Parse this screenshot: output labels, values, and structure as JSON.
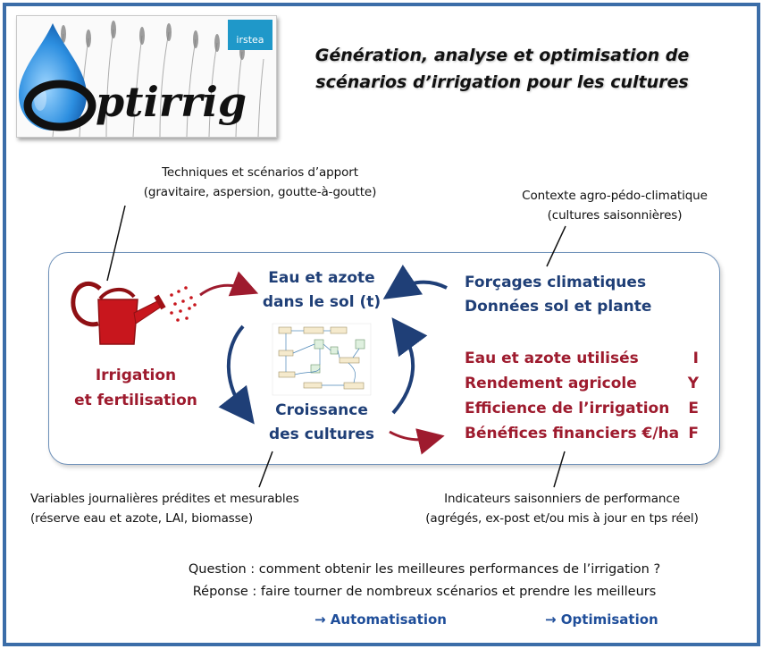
{
  "logo": {
    "brand": "Optirrig",
    "partner": "irstea"
  },
  "title": {
    "line1": "Génération, analyse et optimisation de",
    "line2": "scénarios d’irrigation pour les cultures"
  },
  "notes": {
    "techniques_line1": "Techniques et scénarios d’apport",
    "techniques_line2": "(gravitaire, aspersion, goutte-à-goutte)",
    "context_line1": "Contexte agro-pédo-climatique",
    "context_line2": "(cultures saisonnières)",
    "variables_line1": "Variables journalières prédites et mesurables",
    "variables_line2": "(réserve eau et azote, LAI, biomasse)",
    "indicators_line1": "Indicateurs saisonniers de performance",
    "indicators_line2": "(agrégés, ex-post et/ou mis à jour en tps réel)"
  },
  "cycle": {
    "water_nitrogen_line1": "Eau et azote",
    "water_nitrogen_line2": "dans le sol (t)",
    "growth_line1": "Croissance",
    "growth_line2": "des cultures",
    "forcing_line1": "Forçages climatiques",
    "forcing_line2": "Données sol et plante",
    "irrigation_line1": "Irrigation",
    "irrigation_line2": "et fertilisation"
  },
  "indicators": [
    {
      "label": "Eau et azote utilisés",
      "symbol": "I"
    },
    {
      "label": "Rendement agricole",
      "symbol": "Y"
    },
    {
      "label": "Efficience de l’irrigation",
      "symbol": "E"
    },
    {
      "label": "Bénéfices financiers €/ha",
      "symbol": "F"
    }
  ],
  "qa": {
    "question": "Question : comment obtenir les meilleures performances de l’irrigation ?",
    "answer": "Réponse : faire tourner de nombreux scénarios et prendre les meilleurs"
  },
  "links": {
    "automation": "→ Automatisation",
    "optimization": "→ Optimisation"
  },
  "colors": {
    "frame": "#3b6da8",
    "blue_text": "#1f3f77",
    "red_text": "#9e1b2e",
    "link_text": "#1f4e9a",
    "can_red": "#c8161d"
  }
}
